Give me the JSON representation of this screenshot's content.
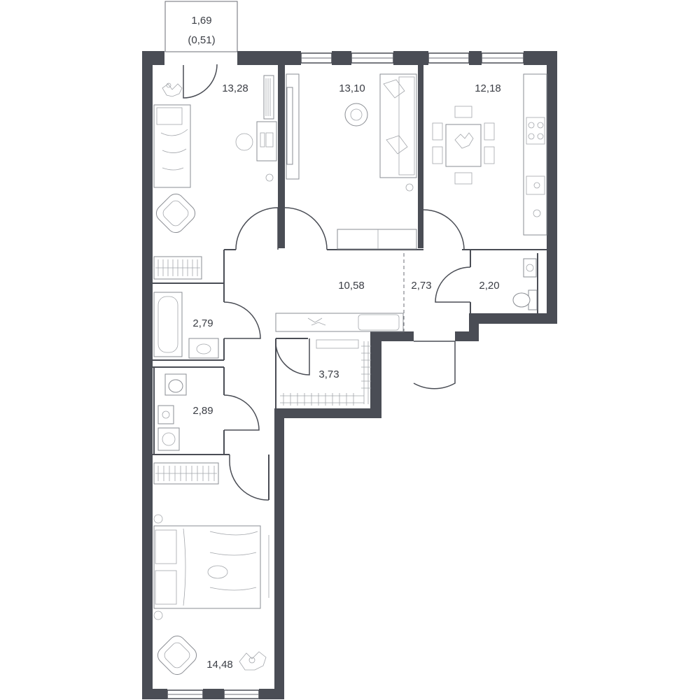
{
  "rooms": {
    "balcony": {
      "area": "1,69",
      "area_reduced": "(0,51)"
    },
    "bedroom_top": {
      "area": "13,28"
    },
    "living": {
      "area": "13,10"
    },
    "kitchen": {
      "area": "12,18"
    },
    "hall": {
      "area": "10,58"
    },
    "corridor": {
      "area": "2,73"
    },
    "wc_right": {
      "area": "2,20"
    },
    "bathroom": {
      "area": "2,79"
    },
    "wardrobe": {
      "area": "3,73"
    },
    "wc_left": {
      "area": "2,89"
    },
    "bedroom_bottom": {
      "area": "14,48"
    }
  },
  "colors": {
    "wall": "#4a4d55",
    "furniture": "#8a8d93",
    "background": "#ffffff"
  }
}
